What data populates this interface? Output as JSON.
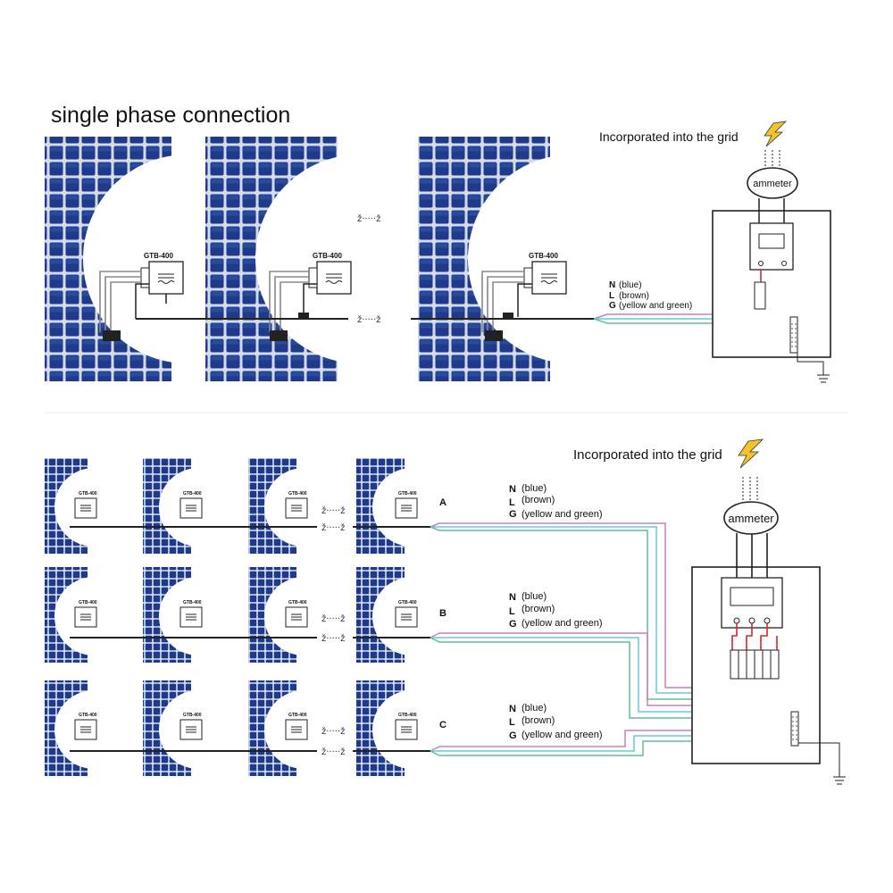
{
  "colors": {
    "panel_cell": "#1f3a8a",
    "panel_grid": "#d4dcec",
    "wire_blue": "#66c8e2",
    "wire_brown": "#c780bd",
    "wire_green": "#5fbf9a",
    "breaker_red": "#d9262c",
    "bolt": "#f6c22b"
  },
  "single_phase": {
    "title": "single phase connection",
    "grid_label": "Incorporated into the grid",
    "meter_label": "ammeter",
    "inverter_label": "GTB-400",
    "gap_symbol": "ž·····ž",
    "wires": [
      {
        "key": "N",
        "desc": "(blue)"
      },
      {
        "key": "L",
        "desc": "(brown)"
      },
      {
        "key": "G",
        "desc": "(yellow and green)"
      }
    ]
  },
  "three_phase": {
    "grid_label": "Incorporated into the grid",
    "meter_label": "ammeter",
    "inverter_label": "GTB-400",
    "gap_symbol": "ž·····ž",
    "rows": [
      {
        "phase": "A",
        "wires": [
          {
            "key": "N",
            "desc": "(blue)"
          },
          {
            "key": "L",
            "desc": "(brown)"
          },
          {
            "key": "G",
            "desc": "(yellow and green)"
          }
        ]
      },
      {
        "phase": "B",
        "wires": [
          {
            "key": "N",
            "desc": "(blue)"
          },
          {
            "key": "L",
            "desc": "(brown)"
          },
          {
            "key": "G",
            "desc": "(yellow and green)"
          }
        ]
      },
      {
        "phase": "C",
        "wires": [
          {
            "key": "N",
            "desc": "(blue)"
          },
          {
            "key": "L",
            "desc": "(brown)"
          },
          {
            "key": "G",
            "desc": "(yellow and green)"
          }
        ]
      }
    ]
  }
}
